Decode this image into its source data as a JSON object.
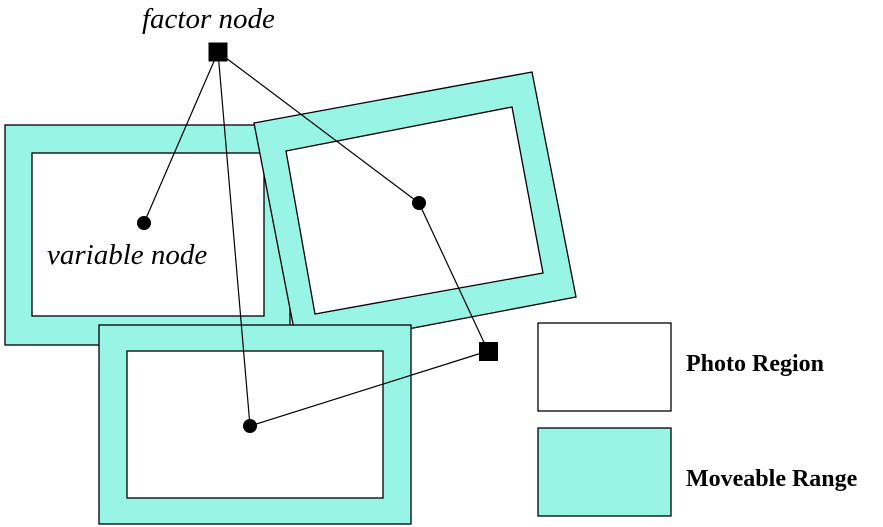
{
  "annotations": {
    "factor_node": "factor node",
    "variable_node": "variable node"
  },
  "legend": {
    "photo_region": "Photo Region",
    "moveable_range": "Moveable Range"
  },
  "colors": {
    "moveable_range_fill": "#98f4e4",
    "photo_region_fill": "#ffffff",
    "stroke": "#000000",
    "node_fill": "#000000"
  }
}
